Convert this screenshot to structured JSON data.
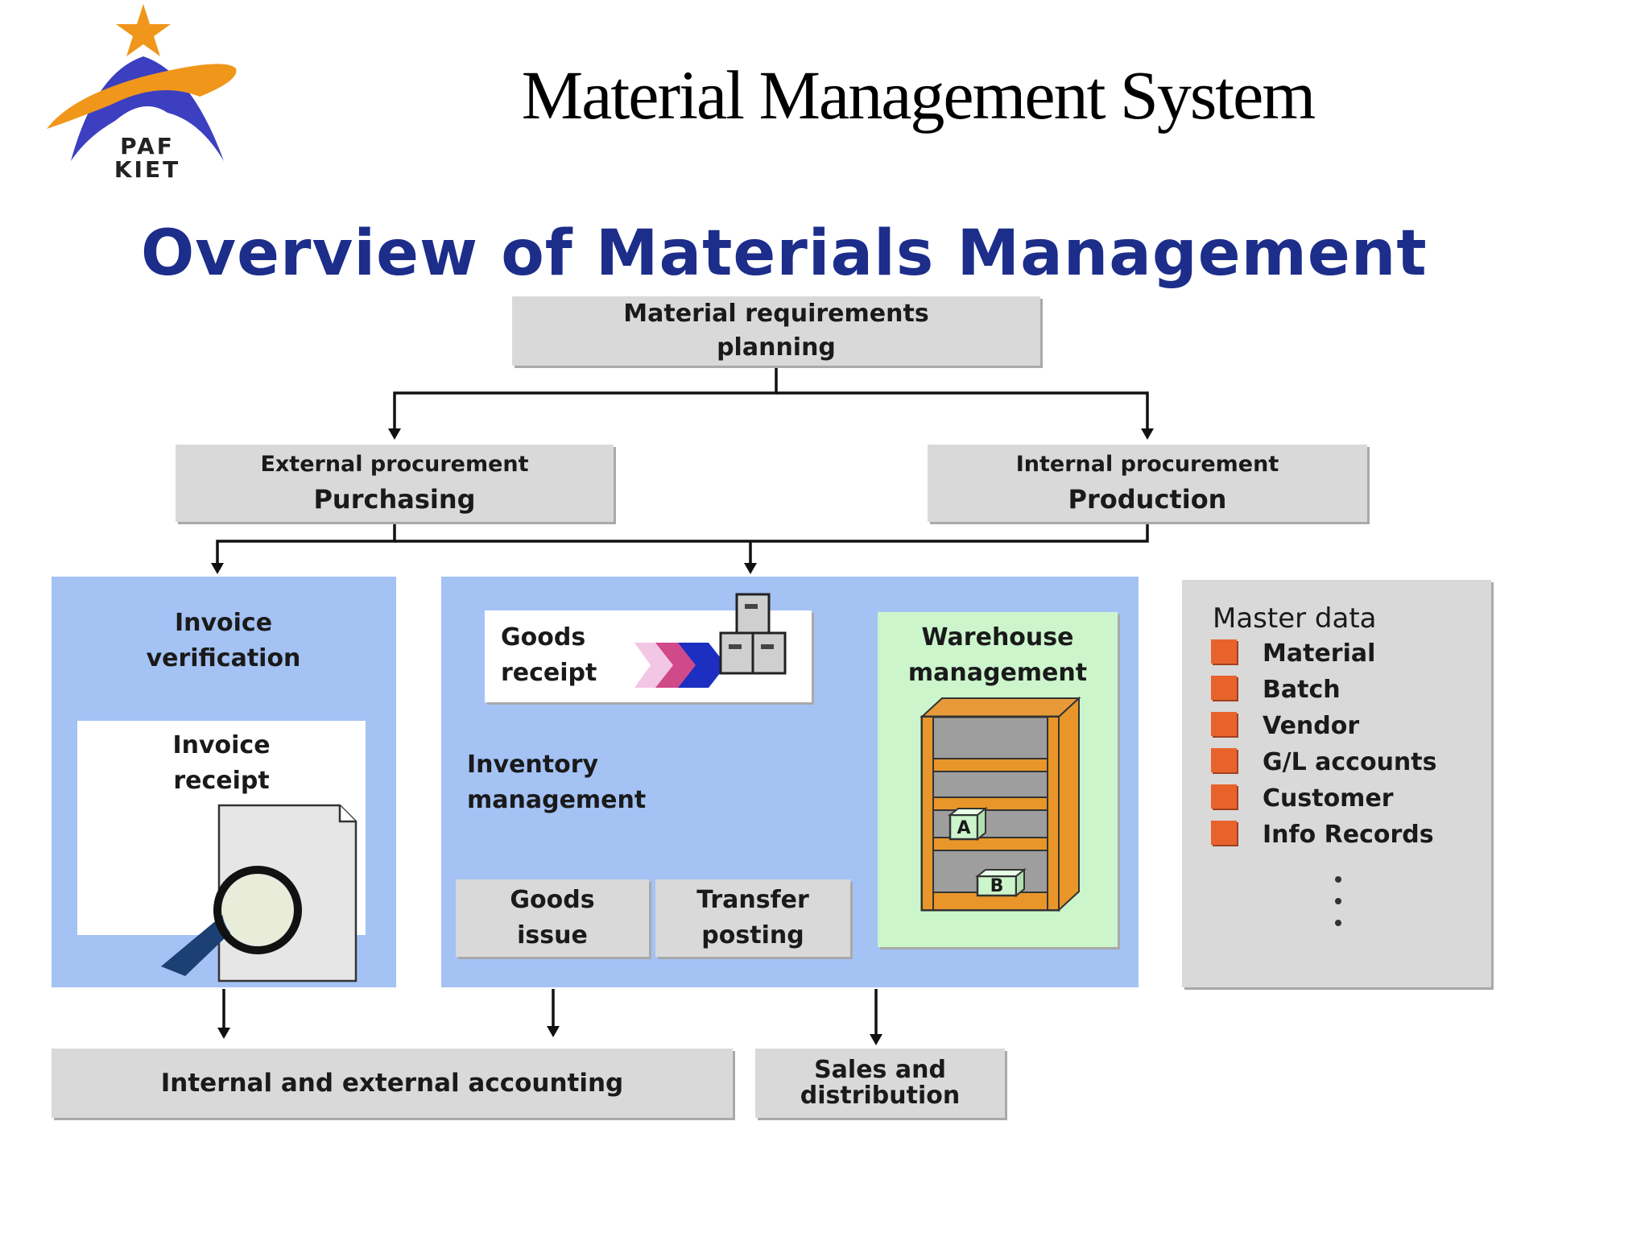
{
  "logo": {
    "line1": "PAF",
    "line2": "KIET"
  },
  "title": "Material Management System",
  "heading": "Overview of Materials Management",
  "mrp": {
    "line1": "Material requirements",
    "line2": "planning"
  },
  "external": {
    "line1": "External procurement",
    "line2": "Purchasing"
  },
  "internal": {
    "line1": "Internal procurement",
    "line2": "Production"
  },
  "invoice_verification": {
    "line1": "Invoice",
    "line2": "verification"
  },
  "invoice_receipt": {
    "line1": "Invoice",
    "line2": "receipt"
  },
  "goods_receipt": {
    "line1": "Goods",
    "line2": "receipt"
  },
  "inventory_management": {
    "line1": "Inventory",
    "line2": "management"
  },
  "goods_issue": {
    "line1": "Goods",
    "line2": "issue"
  },
  "transfer_posting": {
    "line1": "Transfer",
    "line2": "posting"
  },
  "warehouse": {
    "line1": "Warehouse",
    "line2": "management",
    "box_a": "A",
    "box_b": "B"
  },
  "master_data": {
    "title": "Master data",
    "items": [
      "Material",
      "Batch",
      "Vendor",
      "G/L accounts",
      "Customer",
      "Info Records"
    ]
  },
  "accounting": "Internal and external accounting",
  "sales": {
    "line1": "Sales and",
    "line2": "distribution"
  },
  "colors": {
    "panel_blue": "#a4c2f4",
    "warehouse_green": "#ccf5cc",
    "heading_blue": "#1c2d8a",
    "bullet_orange": "#e8632b",
    "box_gray": "#d9d9d9"
  }
}
